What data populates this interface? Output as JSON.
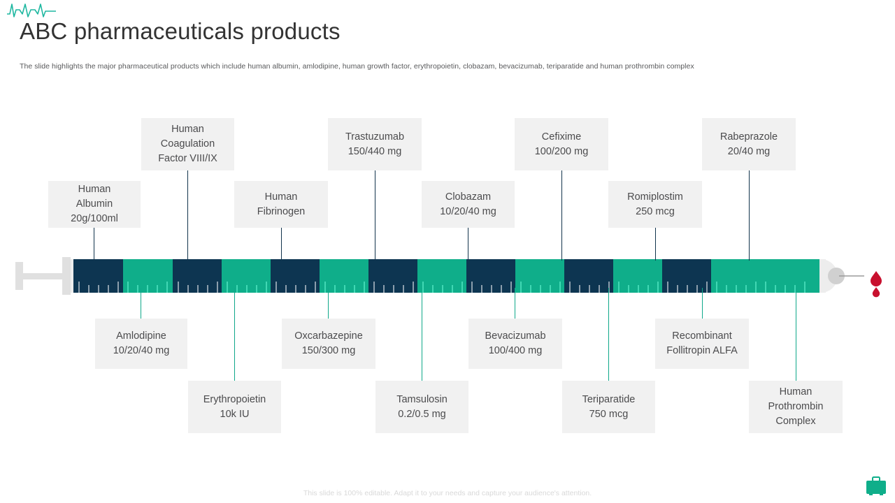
{
  "header": {
    "logo_icon": "heartbeat-ecg-icon",
    "title": "ABC pharmaceuticals products",
    "subtitle": "The slide highlights the major pharmaceutical products which include human albumin, amlodipine, human growth factor, erythropoietin, clobazam, bevacizumab, teriparatide and human prothrombin complex"
  },
  "colors": {
    "navy": "#0d3551",
    "teal": "#0fae8a",
    "label_bg": "#f1f1f1",
    "label_text": "#4b4b4d",
    "title_text": "#333333",
    "subtitle_text": "#58595b",
    "blood_red": "#c8102e",
    "syringe_body": "#e0e0e0",
    "footer_text": "#d9d9d9"
  },
  "graphic": {
    "name": "syringe-timeline",
    "plunger_icon": "syringe-plunger-icon",
    "needle_icon": "syringe-needle-icon",
    "blood_drop_icon": "blood-drop-icon",
    "blood_drop_count": 2,
    "barrel_segments": 14,
    "segment_colors": [
      "#0d3551",
      "#0fae8a",
      "#0d3551",
      "#0fae8a",
      "#0d3551",
      "#0fae8a",
      "#0d3551",
      "#0fae8a",
      "#0d3551",
      "#0fae8a",
      "#0d3551",
      "#0fae8a",
      "#0d3551",
      "#0fae8a"
    ]
  },
  "top_labels": [
    {
      "id": "human-albumin",
      "lines": [
        "Human",
        "Albumin",
        "20g/100ml"
      ]
    },
    {
      "id": "human-coagulation-factor",
      "lines": [
        "Human",
        "Coagulation",
        "Factor VIII/IX"
      ]
    },
    {
      "id": "human-fibrinogen",
      "lines": [
        "Human",
        "Fibrinogen"
      ]
    },
    {
      "id": "trastuzumab",
      "lines": [
        "Trastuzumab",
        "150/440 mg"
      ]
    },
    {
      "id": "clobazam",
      "lines": [
        "Clobazam",
        "10/20/40 mg"
      ]
    },
    {
      "id": "cefixime",
      "lines": [
        "Cefixime",
        "100/200 mg"
      ]
    },
    {
      "id": "romiplostim",
      "lines": [
        "Romiplostim",
        "250 mcg"
      ]
    },
    {
      "id": "rabeprazole",
      "lines": [
        "Rabeprazole",
        "20/40 mg"
      ]
    }
  ],
  "bottom_labels": [
    {
      "id": "amlodipine",
      "lines": [
        "Amlodipine",
        "10/20/40 mg"
      ]
    },
    {
      "id": "erythropoietin",
      "lines": [
        "Erythropoietin",
        "10k IU"
      ]
    },
    {
      "id": "oxcarbazepine",
      "lines": [
        "Oxcarbazepine",
        "150/300 mg"
      ]
    },
    {
      "id": "tamsulosin",
      "lines": [
        "Tamsulosin",
        "0.2/0.5 mg"
      ]
    },
    {
      "id": "bevacizumab",
      "lines": [
        "Bevacizumab",
        "100/400 mg"
      ]
    },
    {
      "id": "teriparatide",
      "lines": [
        "Teriparatide",
        "750 mcg"
      ]
    },
    {
      "id": "recombinant-follitropin",
      "lines": [
        "Recombinant",
        "Follitropin ALFA"
      ]
    },
    {
      "id": "human-prothrombin-complex",
      "lines": [
        "Human",
        "Prothrombin",
        "Complex"
      ]
    }
  ],
  "footer": {
    "note": "This slide is 100% editable. Adapt it to your needs and capture your audience's attention.",
    "icon": "medical-case-icon"
  }
}
